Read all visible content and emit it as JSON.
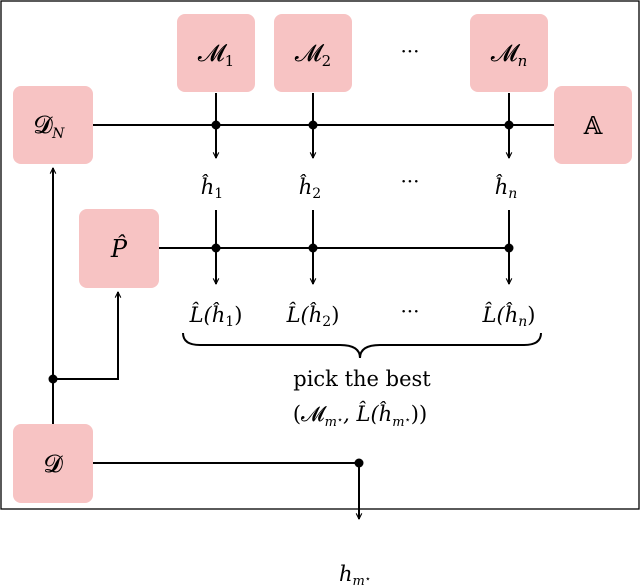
{
  "models": [
    {
      "id": "M1",
      "sym": "𝓜",
      "sub": "1"
    },
    {
      "id": "M2",
      "sym": "𝓜",
      "sub": "2"
    },
    {
      "id": "Mn",
      "sym": "𝓜",
      "sub": "n"
    }
  ],
  "ellipsis": "···",
  "dataset_n": {
    "sym": "𝓓",
    "sub": "N"
  },
  "algorithm": {
    "sym": "𝔸"
  },
  "hypotheses": [
    {
      "sym": "ĥ",
      "sub": "1"
    },
    {
      "sym": "ĥ",
      "sub": "2"
    },
    {
      "sym": "ĥ",
      "sub": "n"
    }
  ],
  "p_hat": {
    "sym": "P̂"
  },
  "losses": [
    {
      "pre": "L̂(",
      "sym": "ĥ",
      "sub": "1",
      "post": ")"
    },
    {
      "pre": "L̂(",
      "sym": "ĥ",
      "sub": "2",
      "post": ")"
    },
    {
      "pre": "L̂(",
      "sym": "ĥ",
      "sub": "n",
      "post": ")"
    }
  ],
  "pick_best": "pick the best",
  "selection": {
    "open": "(",
    "m": "𝓜",
    "m_sub": "m",
    "m_sup": "⋆",
    "mid": ", L̂(",
    "h": "ĥ",
    "h_sub": "m",
    "h_sup": "⋆",
    "close": "))"
  },
  "dataset": {
    "sym": "𝓓"
  },
  "output": {
    "sym": "h",
    "sub": "m",
    "sup": "⋆"
  }
}
